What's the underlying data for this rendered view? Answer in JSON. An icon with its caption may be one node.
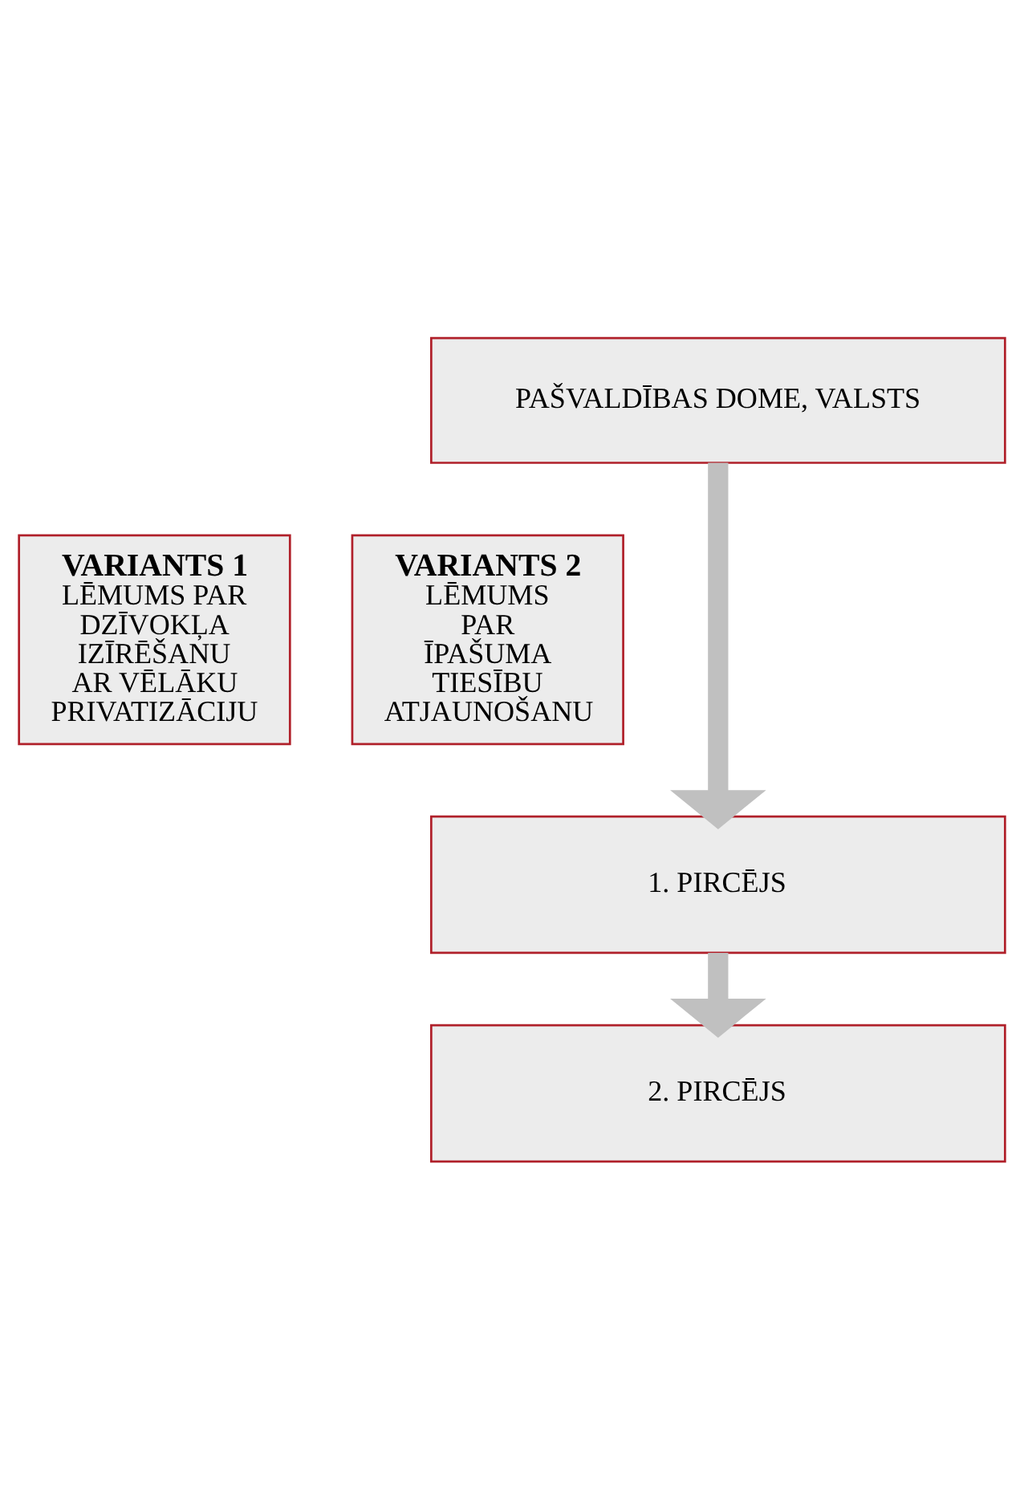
{
  "diagram": {
    "nodes": [
      {
        "text": [
          "PAŠVALDĪBAS DOME, VALSTS"
        ]
      },
      {
        "text": [
          "VARIANTS 1",
          "LĒMUMS PAR DZĪVOKĻA IZĪRĒŠANU AR VĒLĀKU PRIVATIZĀCIJU"
        ]
      },
      {
        "text": [
          "VARIANTS 2",
          "LĒMUMS PAR ĪPAŠUMA TIESĪBU ATJAUNOŠANU"
        ]
      },
      {
        "text": [
          "1. PIRCĒJS"
        ]
      },
      {
        "text": [
          "2. PIRCĒJS"
        ]
      }
    ],
    "edges": [
      {
        "from": 0,
        "to": 3,
        "arrow": "to"
      },
      {
        "from": 3,
        "to": 4,
        "arrow": "to"
      }
    ]
  }
}
